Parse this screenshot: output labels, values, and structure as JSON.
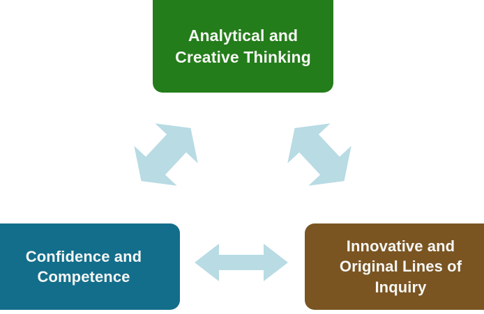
{
  "diagram": {
    "title": "Three-node cyclical relationship diagram",
    "background_color": "#ffffff",
    "arrow_color": "#b8dbe4",
    "nodes": [
      {
        "id": "analytical-creative-thinking",
        "label": "Analytical and\nCreative Thinking",
        "color": "#237d1a",
        "text_color": "#f7f7f5",
        "position": "top-center"
      },
      {
        "id": "confidence-competence",
        "label": "Confidence and\nCompetence",
        "color": "#136e8b",
        "text_color": "#f7f7f5",
        "position": "bottom-left"
      },
      {
        "id": "innovative-original-lines-of-inquiry",
        "label": "Innovative and\nOriginal Lines of\nInquiry",
        "color": "#7a5522",
        "text_color": "#f7f7f5",
        "position": "bottom-right"
      }
    ],
    "connectors": [
      {
        "id": "left-diagonal-arrow",
        "icon": "double-headed-arrow-icon",
        "direction": "bidirectional",
        "orientation": "diagonal-up-right",
        "from": "confidence-competence",
        "to": "analytical-creative-thinking",
        "color": "#b8dbe4"
      },
      {
        "id": "right-diagonal-arrow",
        "icon": "double-headed-arrow-icon",
        "direction": "bidirectional",
        "orientation": "diagonal-down-right",
        "from": "analytical-creative-thinking",
        "to": "innovative-original-lines-of-inquiry",
        "color": "#b8dbe4"
      },
      {
        "id": "bottom-horizontal-arrow",
        "icon": "double-headed-arrow-icon",
        "direction": "bidirectional",
        "orientation": "horizontal",
        "from": "confidence-competence",
        "to": "innovative-original-lines-of-inquiry",
        "color": "#b8dbe4"
      }
    ]
  }
}
